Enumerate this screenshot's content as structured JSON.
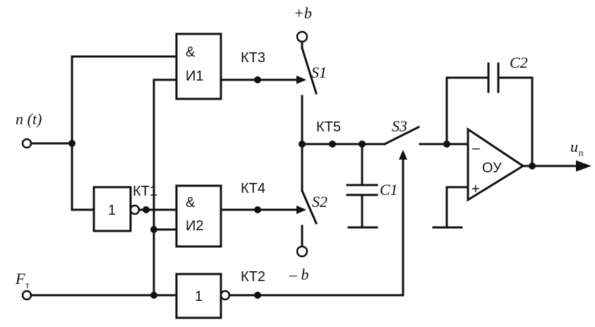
{
  "inputs": {
    "n": "n (t)",
    "f_main": "F",
    "f_sub": "т"
  },
  "supply": {
    "plus": "+b",
    "minus": "– b"
  },
  "gates": {
    "and1_sym": "&",
    "and1_name": "И1",
    "and2_sym": "&",
    "and2_name": "И2",
    "not1": "1",
    "not2": "1"
  },
  "test_points": {
    "kt1": "КТ1",
    "kt2": "КТ2",
    "kt3": "КТ3",
    "kt4": "КТ4",
    "kt5": "КТ5"
  },
  "switches": {
    "s1": "S1",
    "s2": "S2",
    "s3": "S3"
  },
  "capacitors": {
    "c1": "C1",
    "c2": "C2"
  },
  "opamp": {
    "label": "ОУ",
    "minus": "–",
    "plus": "+"
  },
  "output": {
    "main": "u",
    "sub": "п"
  }
}
